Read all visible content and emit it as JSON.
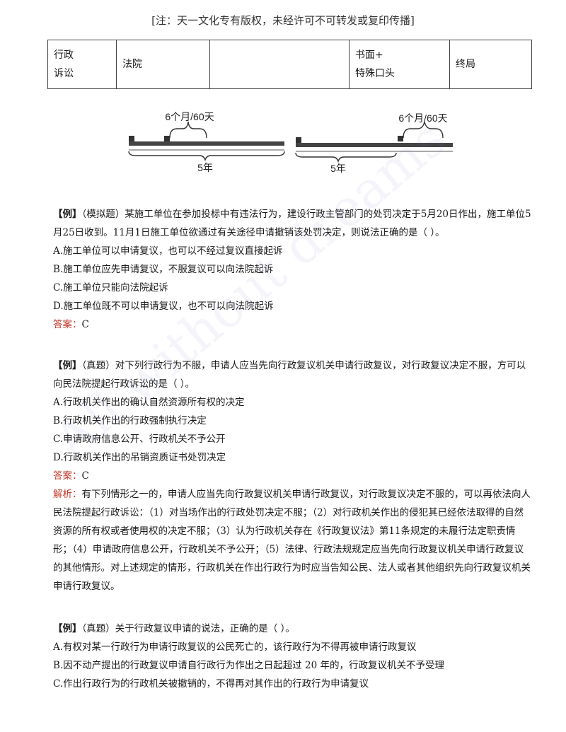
{
  "notice": "[注：天一文化专有版权，未经许可不可转发或复印传播]",
  "table": {
    "row": [
      "行政\n诉讼",
      "法院",
      "",
      "书面+\n特殊口头",
      "终局"
    ]
  },
  "diagram": {
    "left_label_top": "6个月/60天",
    "left_label_bottom": "5年",
    "right_label_top": "6个月/60天",
    "right_label_bottom": "5年"
  },
  "watermark": "All without dreams",
  "q1": {
    "stem_prefix": "【例】",
    "stem": "（模拟题）某施工单位在参加投标中有违法行为，建设行政主管部门的处罚决定于5月20日作出，施工单位5月25日收到。11月1日施工单位欲通过有关途径申请撤销该处罚决定，则说法正确的是（     ）。",
    "options": [
      "A.施工单位可以申请复议，也可以不经过复议直接起诉",
      "B.施工单位应先申请复议，不服复议可以向法院起诉",
      "C.施工单位只能向法院起诉",
      "D.施工单位既不可以申请复议，也不可以向法院起诉"
    ],
    "answer_label": "答案：",
    "answer": "C"
  },
  "q2": {
    "stem_prefix": "【例】",
    "stem": "（真题）对下列行政行为不服，申请人应当先向行政复议机关申请行政复议，对行政复议决定不服，方可以向民法院提起行政诉讼的是（   ）。",
    "options": [
      "A.行政机关作出的确认自然资源所有权的决定",
      "B.行政机关作出的行政强制执行决定",
      "C.申请政府信息公开、行政机关不予公开",
      "D.行政机关作出的吊销资质证书处罚决定"
    ],
    "answer_label": "答案：",
    "answer": "C",
    "analysis_label": "解析：",
    "analysis": "有下列情形之一的，申请人应当先向行政复议机关申请行政复议，对行政复议决定不服的，可以再依法向人民法院提起行政诉讼：（1）对当场作出的行政处罚决定不服；（2）对行政机关作出的侵犯其已经依法取得的自然资源的所有权或者使用权的决定不服；（3）认为行政机关存在《行政复议法》第11条规定的未履行法定职责情形；（4）申请政府信息公开，行政机关不予公开；（5）法律、行政法规规定应当先向行政复议机关申请行政复议的其他情形。对上述规定的情形，行政机关在作出行政行为时应当告知公民、法人或者其他组织先向行政复议机关申请行政复议。"
  },
  "q3": {
    "stem_prefix": "【例】",
    "stem": "（真题）关于行政复议申请的说法，正确的是（ ）。",
    "options": [
      "A.有权对某一行政行为申请行政复议的公民死亡的，该行政行为不得再被申请行政复议",
      "B.因不动产提出的行政复议申请自行政行为作出之日起超过 20 年的，行政复议机关不予受理",
      "C.作出行政行为的行政机关被撤销的，不得再对其作出的行政行为申请复议"
    ]
  }
}
